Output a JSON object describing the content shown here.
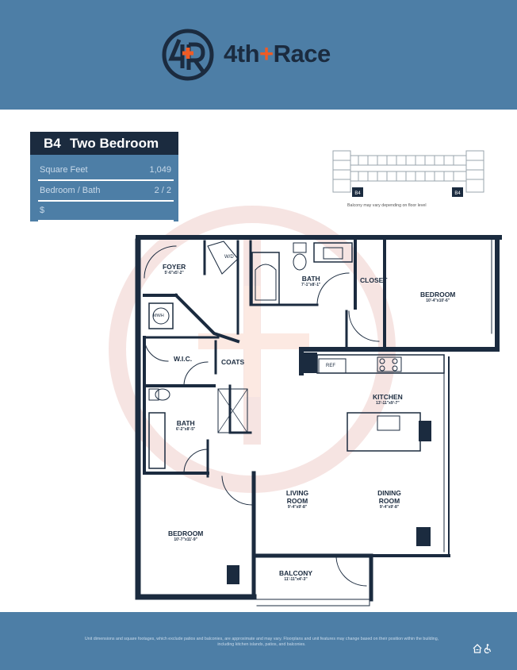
{
  "brand": {
    "name_part1": "4th",
    "plus": "+",
    "name_part2": "Race",
    "brand_orange": "#ef5b25",
    "brand_blue": "#4d7ea6",
    "brand_navy": "#1b2b3f"
  },
  "unit": {
    "code": "B4",
    "name": "Two Bedroom",
    "specs": [
      {
        "label": "Square Feet",
        "value": "1,049"
      },
      {
        "label": "Bedroom / Bath",
        "value": "2 / 2"
      },
      {
        "label": "$",
        "value": ""
      }
    ]
  },
  "keyplan": {
    "labels": [
      "B4",
      "B4"
    ],
    "note": "Balcony may vary depending on floor level"
  },
  "rooms": [
    {
      "name": "FOYER",
      "dims": "5'-6\"x5'-2\""
    },
    {
      "name": "BATH",
      "dims": "7'-1\"x8'-1\""
    },
    {
      "name": "CLOSET",
      "dims": ""
    },
    {
      "name": "BEDROOM",
      "dims": "10'-4\"x10'-6\""
    },
    {
      "name": "W.I.C.",
      "dims": ""
    },
    {
      "name": "COATS",
      "dims": ""
    },
    {
      "name": "KITCHEN",
      "dims": "13'-11\"x9'-7\""
    },
    {
      "name": "BATH",
      "dims": "6'-2\"x8'-5\""
    },
    {
      "name": "LIVING ROOM",
      "dims": "9'-4\"x9'-8\""
    },
    {
      "name": "DINING ROOM",
      "dims": "9'-4\"x9'-8\""
    },
    {
      "name": "BEDROOM",
      "dims": "10'-7\"x11'-9\""
    },
    {
      "name": "BALCONY",
      "dims": "11'-11\"x4'-3\""
    }
  ],
  "fixtures": {
    "washer_dryer": "W/D",
    "water_heater": "MWH",
    "refrigerator": "REF"
  },
  "disclaimer": "Unit dimensions and square footages, which exclude patios and balconies, are approximate and may vary. Floorplans and unit features may change based on their position within the building, including kitchen islands, patios, and balconies."
}
